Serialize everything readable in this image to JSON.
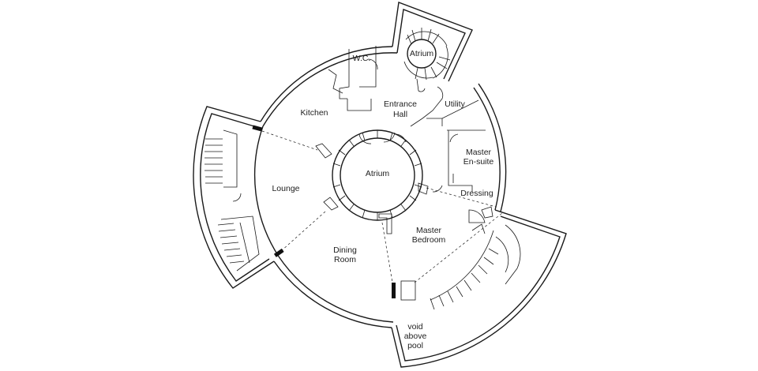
{
  "plan": {
    "rooms": {
      "atrium_top": "Atrium",
      "wc": "W.C.",
      "kitchen": "Kitchen",
      "entrance_line1": "Entrance",
      "entrance_line2": "Hall",
      "utility": "Utility",
      "ensuite_line1": "Master",
      "ensuite_line2": "En-suite",
      "dressing": "Dressing",
      "atrium_center": "Atrium",
      "lounge": "Lounge",
      "dining_line1": "Dining",
      "dining_line2": "Room",
      "bedroom_line1": "Master",
      "bedroom_line2": "Bedroom",
      "void_line1": "void",
      "void_line2": "above",
      "void_line3": "pool"
    }
  }
}
